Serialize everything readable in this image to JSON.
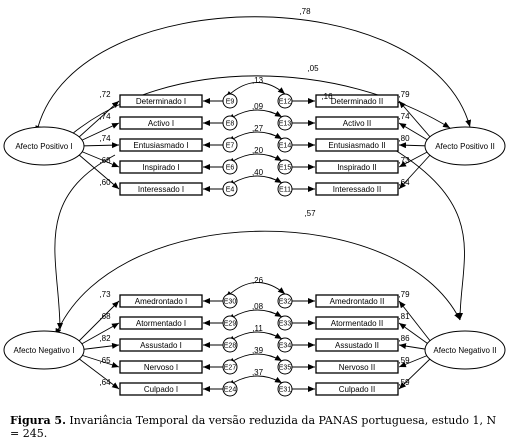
{
  "top": {
    "latent_left": "Afecto Positivo I",
    "latent_right": "Afecto Positivo II",
    "corr_latent": ",78",
    "items_left": [
      "Determinado I",
      "Activo I",
      "Entusiasmado I",
      "Inspirado I",
      "Interessado I"
    ],
    "items_right": [
      "Determinado II",
      "Activo II",
      "Entusiasmado II",
      "Inspirado II",
      "Interessado II"
    ],
    "errors_left": [
      "E9",
      "E8",
      "E7",
      "E6",
      "E4"
    ],
    "errors_right": [
      "E12",
      "E13",
      "E14",
      "E15",
      "E11"
    ],
    "loadings_left": [
      ",72",
      ",74",
      ",74",
      ",68",
      ",60"
    ],
    "loadings_right": [
      ",79",
      ",74",
      ",80",
      ",73",
      ",64"
    ],
    "error_corrs": [
      ",09",
      ",27",
      ",20",
      ",40"
    ],
    "outer_error_corr": ",13",
    "cross_corr": ",05",
    "cross_corr2": ",16"
  },
  "bottom": {
    "latent_left": "Afecto Negativo I",
    "latent_right": "Afecto Negativo II",
    "corr_latent": ",57",
    "items_left": [
      "Amedrontado I",
      "Atormentado I",
      "Assustado I",
      "Nervoso I",
      "Culpado I"
    ],
    "items_right": [
      "Amedrontado II",
      "Atormentado II",
      "Assustado II",
      "Nervoso II",
      "Culpado II"
    ],
    "errors_left": [
      "E30",
      "E29",
      "E28",
      "E27",
      "E24"
    ],
    "errors_right": [
      "E32",
      "E33",
      "E34",
      "E35",
      "E31"
    ],
    "loadings_left": [
      ",73",
      ",68",
      ",82",
      ",65",
      ",64"
    ],
    "loadings_right": [
      ",79",
      ",81",
      ",86",
      ",59",
      ",59"
    ],
    "error_corrs": [
      ",08",
      ",11",
      ",39",
      ",37"
    ],
    "outer_error_corr": ",26"
  },
  "caption": {
    "label": "Figura 5.",
    "text": " Invariância Temporal da versão reduzida da PANAS portuguesa, estudo 1, N = 245."
  }
}
